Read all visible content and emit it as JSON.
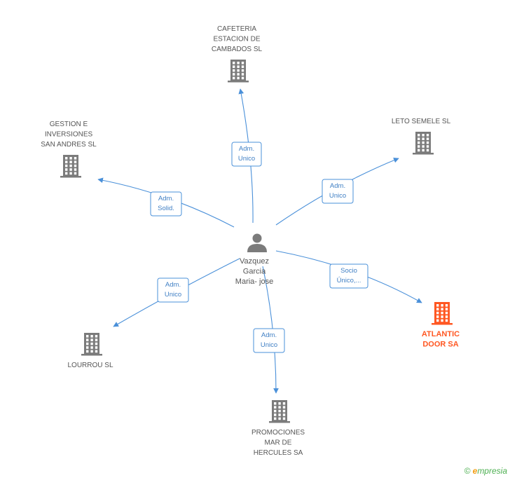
{
  "colors": {
    "edge": "#4a90d9",
    "edge_text": "#3f7fc4",
    "building": "#7b7b7b",
    "building_focus": "#ff5722",
    "person": "#7b7b7b",
    "label": "#555555",
    "label_focus": "#ff5722"
  },
  "center": {
    "id": "person",
    "icon": "person-icon",
    "label_lines": [
      "Vazquez",
      "Garcia",
      "Maria- jose"
    ]
  },
  "nodes": [
    {
      "id": "cafeteria",
      "icon": "building-icon",
      "label_lines": [
        "CAFETERIA",
        "ESTACION DE",
        "CAMBADOS SL"
      ],
      "focus": false
    },
    {
      "id": "gestion",
      "icon": "building-icon",
      "label_lines": [
        "GESTION E",
        "INVERSIONES",
        "SAN ANDRES SL"
      ],
      "focus": false
    },
    {
      "id": "leto",
      "icon": "building-icon",
      "label_lines": [
        "LETO SEMELE SL"
      ],
      "focus": false
    },
    {
      "id": "atlantic",
      "icon": "building-icon",
      "label_lines": [
        "ATLANTIC",
        "DOOR SA"
      ],
      "focus": true
    },
    {
      "id": "lourrou",
      "icon": "building-icon",
      "label_lines": [
        "LOURROU SL"
      ],
      "focus": false
    },
    {
      "id": "promociones",
      "icon": "building-icon",
      "label_lines": [
        "PROMOCIONES",
        "MAR DE",
        "HERCULES SA"
      ],
      "focus": false
    }
  ],
  "edges": [
    {
      "to": "cafeteria",
      "label_lines": [
        "Adm.",
        "Unico"
      ]
    },
    {
      "to": "gestion",
      "label_lines": [
        "Adm.",
        "Solid."
      ]
    },
    {
      "to": "leto",
      "label_lines": [
        "Adm.",
        "Unico"
      ]
    },
    {
      "to": "atlantic",
      "label_lines": [
        "Socio",
        "Único,..."
      ]
    },
    {
      "to": "lourrou",
      "label_lines": [
        "Adm.",
        "Unico"
      ]
    },
    {
      "to": "promociones",
      "label_lines": [
        "Adm.",
        "Unico"
      ]
    }
  ],
  "watermark": {
    "copyright": "©",
    "brand_initial": "e",
    "brand_rest": "mpresia"
  }
}
